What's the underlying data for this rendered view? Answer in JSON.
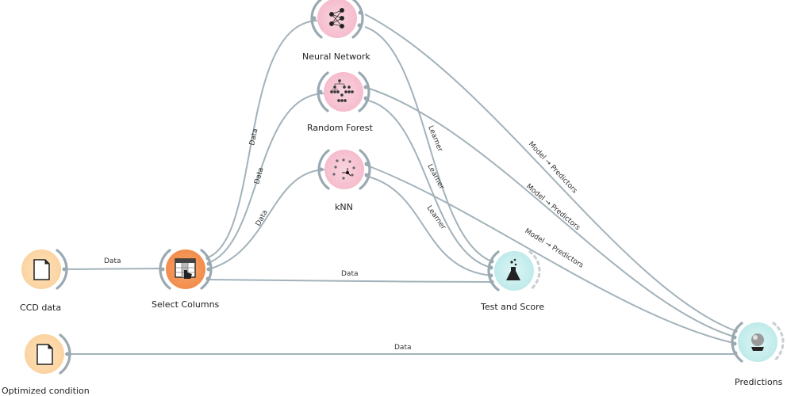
{
  "workflow": {
    "nodes": [
      {
        "id": "ccd",
        "label": "CCD data",
        "icon": "file-icon",
        "category": "data"
      },
      {
        "id": "opt",
        "label": "Optimized condition",
        "icon": "file-icon",
        "category": "data"
      },
      {
        "id": "sel",
        "label": "Select Columns",
        "icon": "select-columns-icon",
        "category": "transform"
      },
      {
        "id": "nn",
        "label": "Neural Network",
        "icon": "neural-network-icon",
        "category": "model"
      },
      {
        "id": "rf",
        "label": "Random Forest",
        "icon": "random-forest-icon",
        "category": "model"
      },
      {
        "id": "knn",
        "label": "kNN",
        "icon": "knn-icon",
        "category": "model"
      },
      {
        "id": "ts",
        "label": "Test and Score",
        "icon": "flask-icon",
        "category": "evaluate"
      },
      {
        "id": "pred",
        "label": "Predictions",
        "icon": "crystal-ball-icon",
        "category": "evaluate"
      }
    ],
    "links": [
      {
        "from": "ccd",
        "to": "sel",
        "label": "Data"
      },
      {
        "from": "sel",
        "to": "nn",
        "label": "Data"
      },
      {
        "from": "sel",
        "to": "rf",
        "label": "Data"
      },
      {
        "from": "sel",
        "to": "knn",
        "label": "Data"
      },
      {
        "from": "sel",
        "to": "ts",
        "label": "Data"
      },
      {
        "from": "nn",
        "to": "ts",
        "label": "Learner"
      },
      {
        "from": "rf",
        "to": "ts",
        "label": "Learner"
      },
      {
        "from": "knn",
        "to": "ts",
        "label": "Learner"
      },
      {
        "from": "nn",
        "to": "pred",
        "label": "Model → Predictors"
      },
      {
        "from": "rf",
        "to": "pred",
        "label": "Model → Predictors"
      },
      {
        "from": "knn",
        "to": "pred",
        "label": "Model → Predictors"
      },
      {
        "from": "opt",
        "to": "pred",
        "label": "Data"
      }
    ]
  },
  "colors": {
    "data_fill": "#fcd9a8",
    "data_fill_light": "#fde6c6",
    "transform_fill": "#f59a5a",
    "model_fill": "#f7c7d6",
    "evaluate_fill": "#c9eeee",
    "edge": "#a3b2ba"
  }
}
